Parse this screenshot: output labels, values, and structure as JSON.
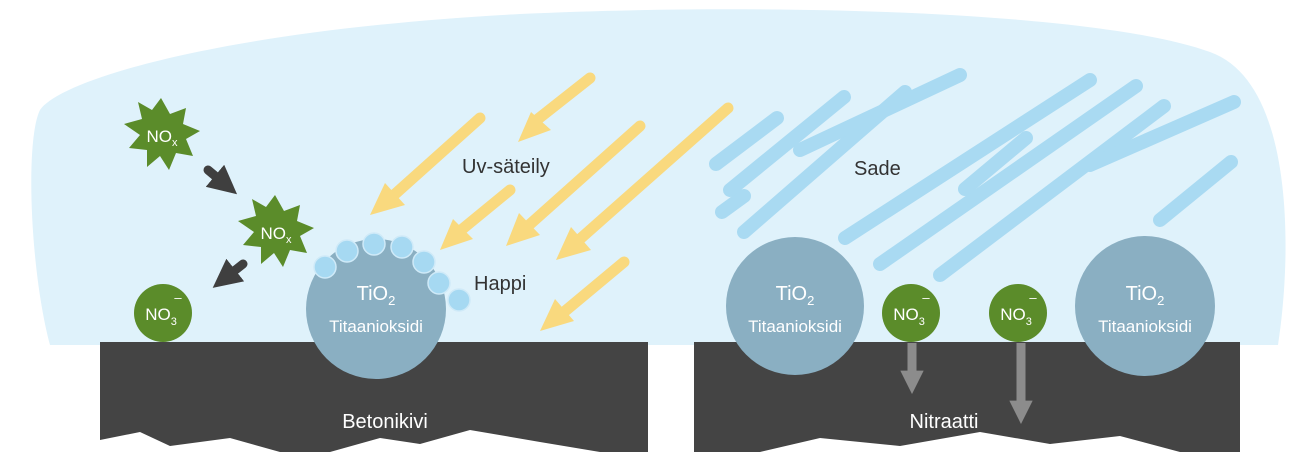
{
  "colors": {
    "sky": "#dff2fb",
    "concrete": "#444444",
    "tio2": "#8aafc2",
    "molecule": "#5b8c2a",
    "sun_arrow": "#f9d97e",
    "rain": "#a9daf2",
    "oxygen": "#a6d9f2",
    "reaction_arrow": "#3f3f3f",
    "drain_arrow": "#8c8c8c"
  },
  "labels": {
    "uv": "Uv-säteily",
    "oxygen": "Happi",
    "rain": "Sade",
    "concrete": "Betonikivi",
    "nitrate": "Nitraatti"
  },
  "molecules": {
    "nox_main": "NO",
    "nox_sub": "x",
    "no3_main": "NO",
    "no3_sub": "3",
    "no3_sup": "–"
  },
  "tio2": {
    "formula_main": "TiO",
    "formula_sub": "2",
    "name": "Titaanioksidi"
  },
  "icons": [
    "sun-ray-arrow",
    "rain-streak",
    "oxygen-bubble",
    "reaction-arrow",
    "drain-arrow"
  ]
}
